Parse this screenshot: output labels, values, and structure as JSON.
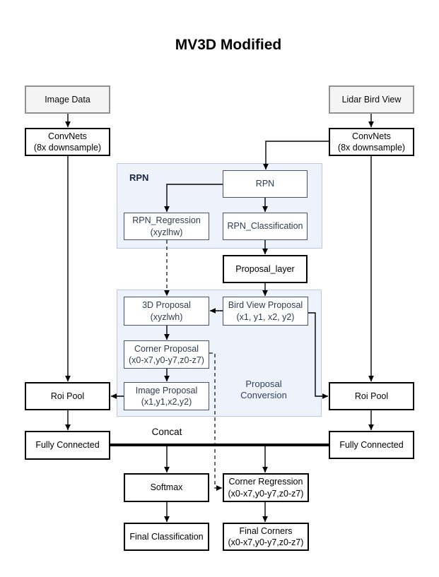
{
  "title": "MV3D Modified",
  "groups": {
    "rpn": {
      "label": "RPN"
    },
    "proposal_conversion": {
      "label_line1": "Proposal",
      "label_line2": "Conversion"
    }
  },
  "labels": {
    "concat": "Concat"
  },
  "nodes": {
    "image_data": {
      "line1": "Image Data"
    },
    "lidar_bird_view": {
      "line1": "Lidar Bird View"
    },
    "convnets_left": {
      "line1": "ConvNets",
      "line2": "(8x downsample)"
    },
    "convnets_right": {
      "line1": "ConvNets",
      "line2": "(8x downsample)"
    },
    "rpn": {
      "line1": "RPN"
    },
    "rpn_regression": {
      "line1": "RPN_Regression",
      "line2": "(xyzlhw)"
    },
    "rpn_classification": {
      "line1": "RPN_Classification"
    },
    "proposal_layer": {
      "line1": "Proposal_layer"
    },
    "proposal_3d": {
      "line1": "3D Proposal",
      "line2": "(xyzlwh)"
    },
    "bird_view_proposal": {
      "line1": "Bird View Proposal",
      "line2": "(x1, y1, x2, y2)"
    },
    "corner_proposal": {
      "line1": "Corner Proposal",
      "line2": "(x0-x7,y0-y7,z0-z7)"
    },
    "image_proposal": {
      "line1": "Image Proposal",
      "line2": "(x1,y1,x2,y2)"
    },
    "roi_pool_left": {
      "line1": "Roi Pool"
    },
    "roi_pool_right": {
      "line1": "Roi Pool"
    },
    "fully_connected_left": {
      "line1": "Fully Connected"
    },
    "fully_connected_right": {
      "line1": "Fully Connected"
    },
    "softmax": {
      "line1": "Softmax"
    },
    "corner_regression": {
      "line1": "Corner Regression",
      "line2": "(x0-x7,y0-y7,z0-z7)"
    },
    "final_classification": {
      "line1": "Final Classification"
    },
    "final_corners": {
      "line1": "Final Corners",
      "line2": "(x0-x7,y0-y7,z0-z7)"
    }
  },
  "colors": {
    "group_fill": "#eef2fb",
    "group_border": "#b9c8e8",
    "inner_node_border": "#46536b",
    "inner_node_text": "#2e3b52",
    "main_node_border": "#000000",
    "source_node_fill": "#f4f4f4",
    "source_node_border": "#929292",
    "edge": "#000000"
  }
}
